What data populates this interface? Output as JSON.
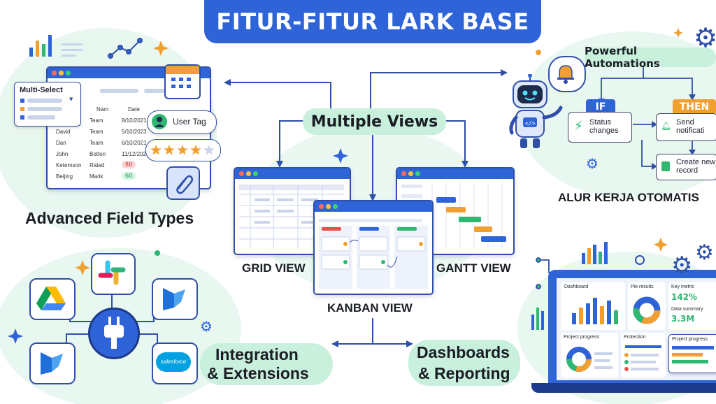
{
  "title": "FITUR-FITUR LARK BASE",
  "center": {
    "label": "Multiple Views"
  },
  "views": {
    "grid": {
      "label": "GRID VIEW"
    },
    "kanban": {
      "label": "KANBAN VIEW"
    },
    "gantt": {
      "label": "GANTT VIEW"
    }
  },
  "field_types": {
    "label": "Advanced Field Types",
    "multi_select": "Multi-Select",
    "user_tag": "User Tag",
    "rating_stars": 4,
    "table_headers": [
      "Nam",
      "Date"
    ],
    "rows": [
      {
        "name": "",
        "type": "Team",
        "date": "8/10/2021"
      },
      {
        "name": "David",
        "type": "Team",
        "date": "5/10/2023"
      },
      {
        "name": "Dan",
        "type": "Team",
        "date": "6/10/2021"
      },
      {
        "name": "John",
        "type": "Botton",
        "date": "11/12/2021"
      },
      {
        "name": "Keternson",
        "type": "Rated",
        "badge": "80"
      },
      {
        "name": "Beijing",
        "type": "Marik",
        "badge": "60"
      }
    ]
  },
  "automations": {
    "title": "Powerful Automations",
    "if_label": "IF",
    "then_label": "THEN",
    "condition": "Status changes",
    "action1": "Send notificati",
    "action2": "Create new record",
    "subtitle": "ALUR KERJA OTOMATIS"
  },
  "integration": {
    "label_line1": "Integration",
    "label_line2": "& Extensions",
    "salesforce": "salesforce"
  },
  "dashboards": {
    "label_line1": "Dashboards",
    "label_line2": "& Reporting",
    "panel_dashboard": "Dashboard",
    "panel_pie": "Pie results",
    "panel_metric": "Key metric",
    "metric_value": "142%",
    "panel_summary": "Data summary",
    "summary_value": "3.3M",
    "panel_progress": "Project progress",
    "panel_protection": "Protection",
    "panel_progress2": "Project progress"
  },
  "colors": {
    "primary_blue": "#2f64d8",
    "mint": "#c9f0dc",
    "orange": "#f0a030",
    "green": "#2eb872"
  }
}
